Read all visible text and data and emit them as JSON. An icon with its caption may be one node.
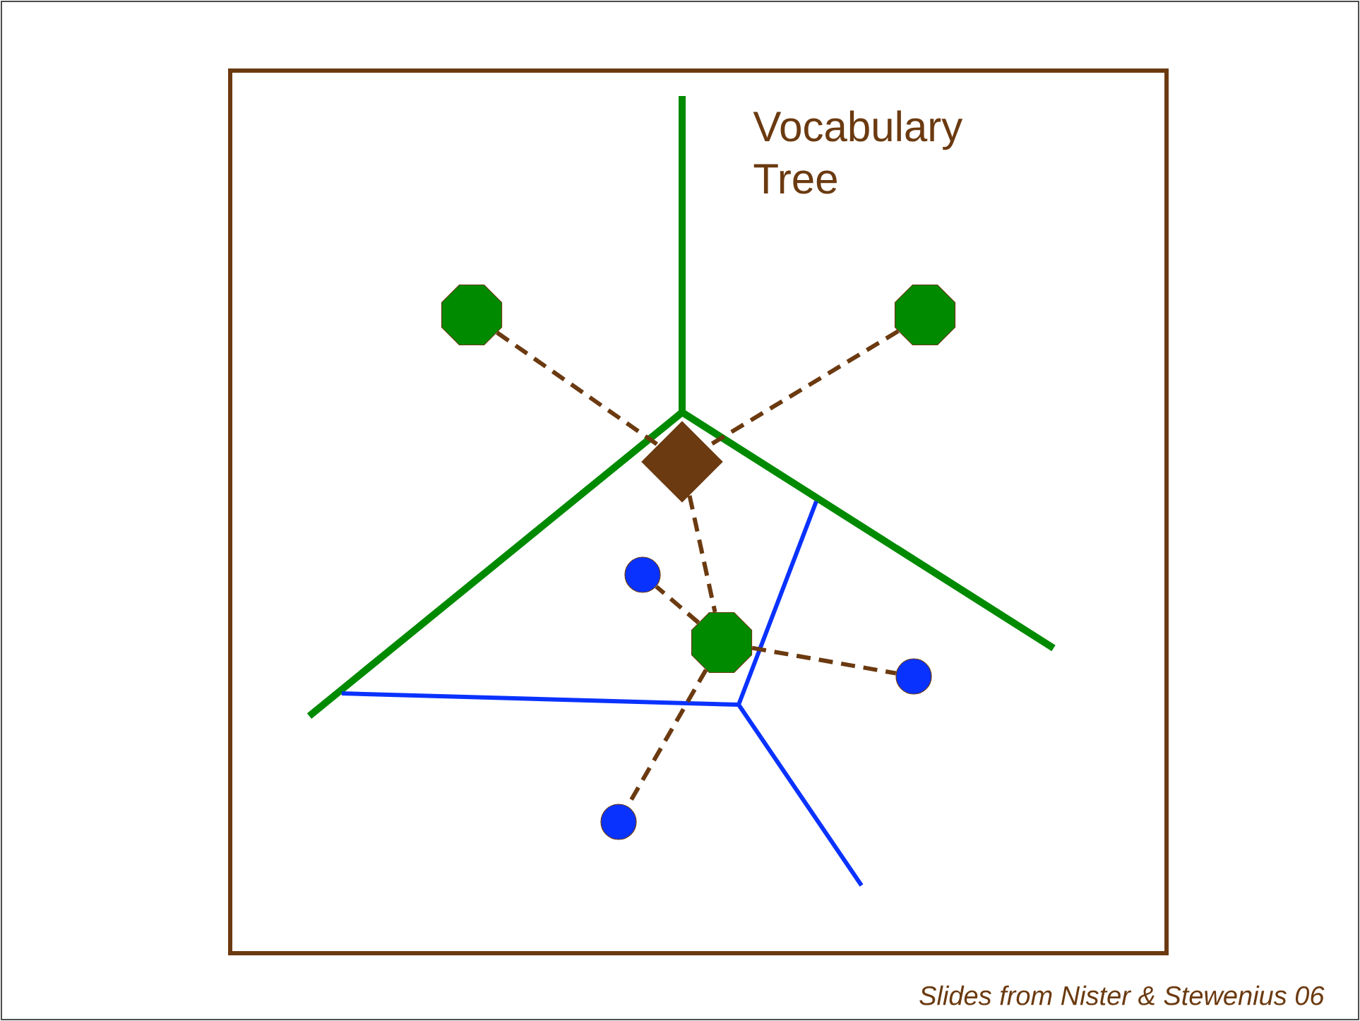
{
  "diagram": {
    "caption": "Slides from Nister & Stewenius 06",
    "nodes": [
      {
        "text": [],
        "shape": "octagon"
      },
      {
        "text": [],
        "shape": "octagon"
      },
      {
        "text": [],
        "shape": "diamond"
      },
      {
        "text": [],
        "shape": "circle"
      },
      {
        "text": [],
        "shape": "octagon"
      },
      {
        "text": [],
        "shape": "circle"
      },
      {
        "text": [],
        "shape": "circle"
      }
    ],
    "edges": [
      {
        "from": 0,
        "to": 2,
        "arrow": "none",
        "style": "dashed"
      },
      {
        "from": 1,
        "to": 2,
        "arrow": "none",
        "style": "dashed"
      },
      {
        "from": 2,
        "to": 4,
        "arrow": "none",
        "style": "dashed"
      },
      {
        "from": 4,
        "to": 3,
        "arrow": "none",
        "style": "dashed"
      },
      {
        "from": 4,
        "to": 5,
        "arrow": "none",
        "style": "dashed"
      },
      {
        "from": 4,
        "to": 6,
        "arrow": "none",
        "style": "dashed"
      }
    ],
    "labels": [
      "Vocabulary Tree"
    ]
  }
}
